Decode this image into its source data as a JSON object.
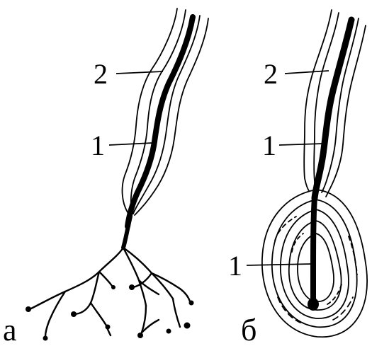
{
  "figure": {
    "panel_a": {
      "letter": "а",
      "labels": [
        "2",
        "1"
      ]
    },
    "panel_b": {
      "letter": "б",
      "labels": [
        "2",
        "1",
        "1"
      ]
    }
  }
}
